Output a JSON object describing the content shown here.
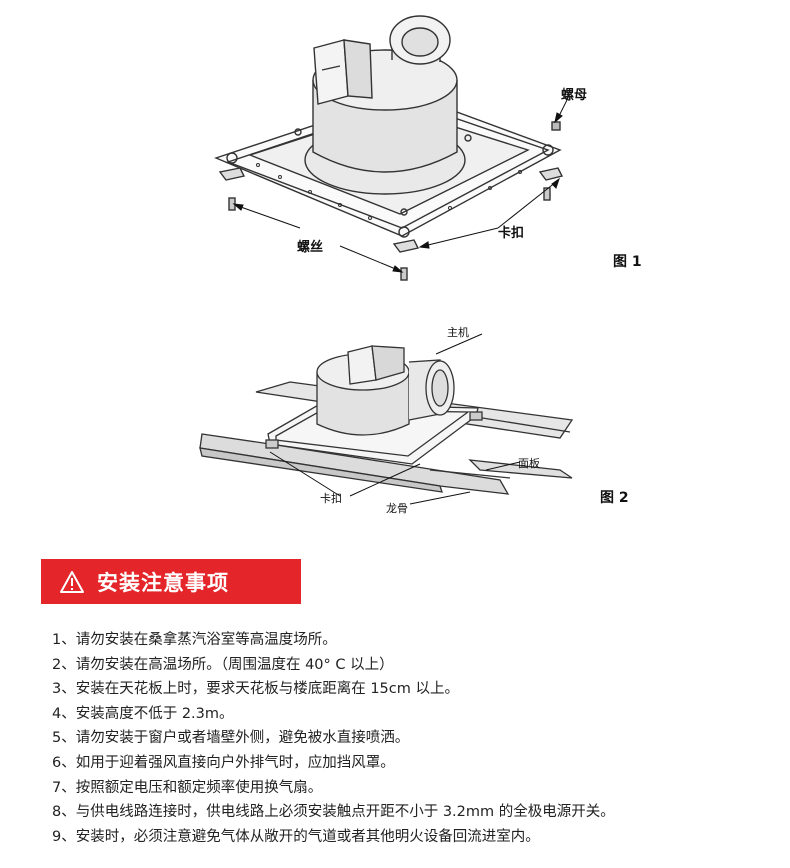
{
  "figure1": {
    "caption": "图 1",
    "labels": {
      "nut": "螺母",
      "clip": "卡扣",
      "screw": "螺丝"
    }
  },
  "figure2": {
    "caption": "图 2",
    "labels": {
      "main_unit": "主机",
      "panel": "面板",
      "clip": "卡扣",
      "keel": "龙骨"
    }
  },
  "section": {
    "title": "安装注意事项",
    "icon": "warning-triangle-icon",
    "accent_color": "#e4262a"
  },
  "notes": [
    "1、请勿安装在桑拿蒸汽浴室等高温度场所。",
    "2、请勿安装在高温场所。（周围温度在 40°  C 以上）",
    "3、安装在天花板上时，要求天花板与楼底距离在 15cm 以上。",
    "4、安装高度不低于 2.3m。",
    "5、请勿安装于窗户或者墙壁外侧，避免被水直接喷洒。",
    "6、如用于迎着强风直接向户外排气时，应加挡风罩。",
    "7、按照额定电压和额定频率使用换气扇。",
    "8、与供电线路连接时，供电线路上必须安装触点开距不小于 3.2mm 的全极电源开关。",
    "9、安装时，必须注意避免气体从敞开的气道或者其他明火设备回流进室内。"
  ]
}
